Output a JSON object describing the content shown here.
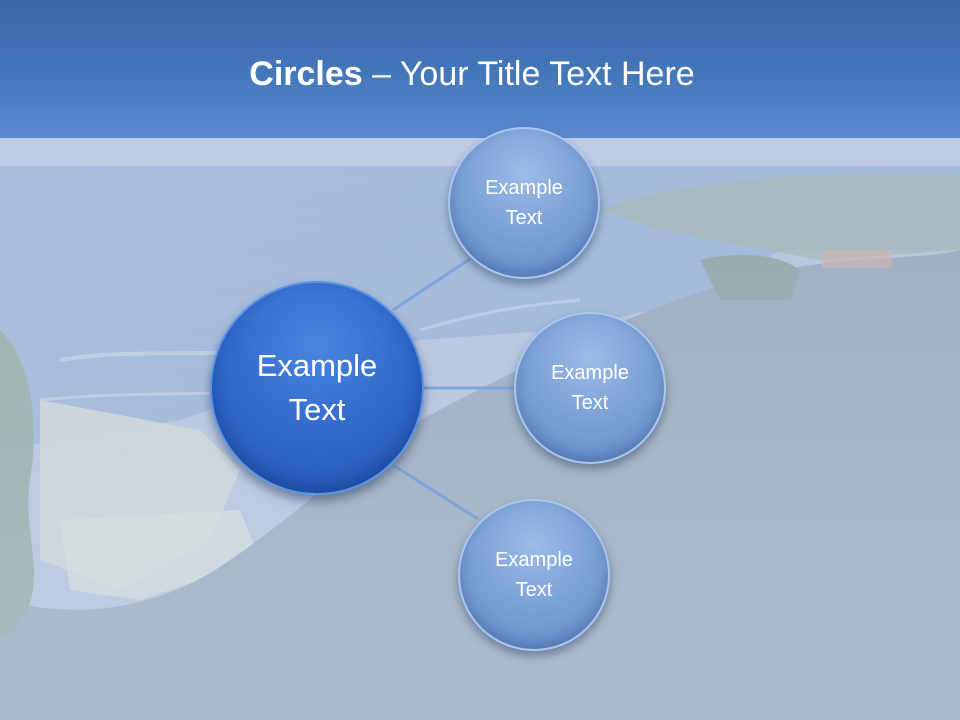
{
  "slide": {
    "title_bold": "Circles",
    "title_rest": " – Your Title Text Here"
  },
  "diagram": {
    "center": {
      "label": "Example\nText"
    },
    "nodes": [
      {
        "label": "Example\nText"
      },
      {
        "label": "Example\nText"
      },
      {
        "label": "Example\nText"
      }
    ]
  },
  "colors": {
    "title_band": "#4577bb",
    "center_circle": "#2f66c8",
    "outer_circle": "#7aa0d6",
    "connector": "#7fa3dc",
    "text": "#ffffff"
  }
}
